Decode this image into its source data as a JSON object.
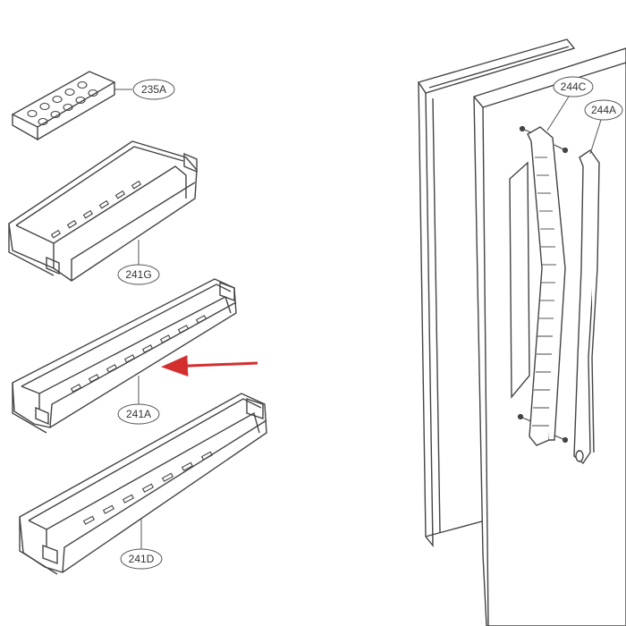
{
  "labels": {
    "egg_tray": "235A",
    "bin_top": "241G",
    "bin_middle": "241A",
    "bin_bottom": "241D",
    "handle_inner": "244C",
    "handle_outer": "244A"
  },
  "colors": {
    "line": "#444444",
    "callout_arrow": "#d32f2f",
    "paper": "#ffffff"
  }
}
